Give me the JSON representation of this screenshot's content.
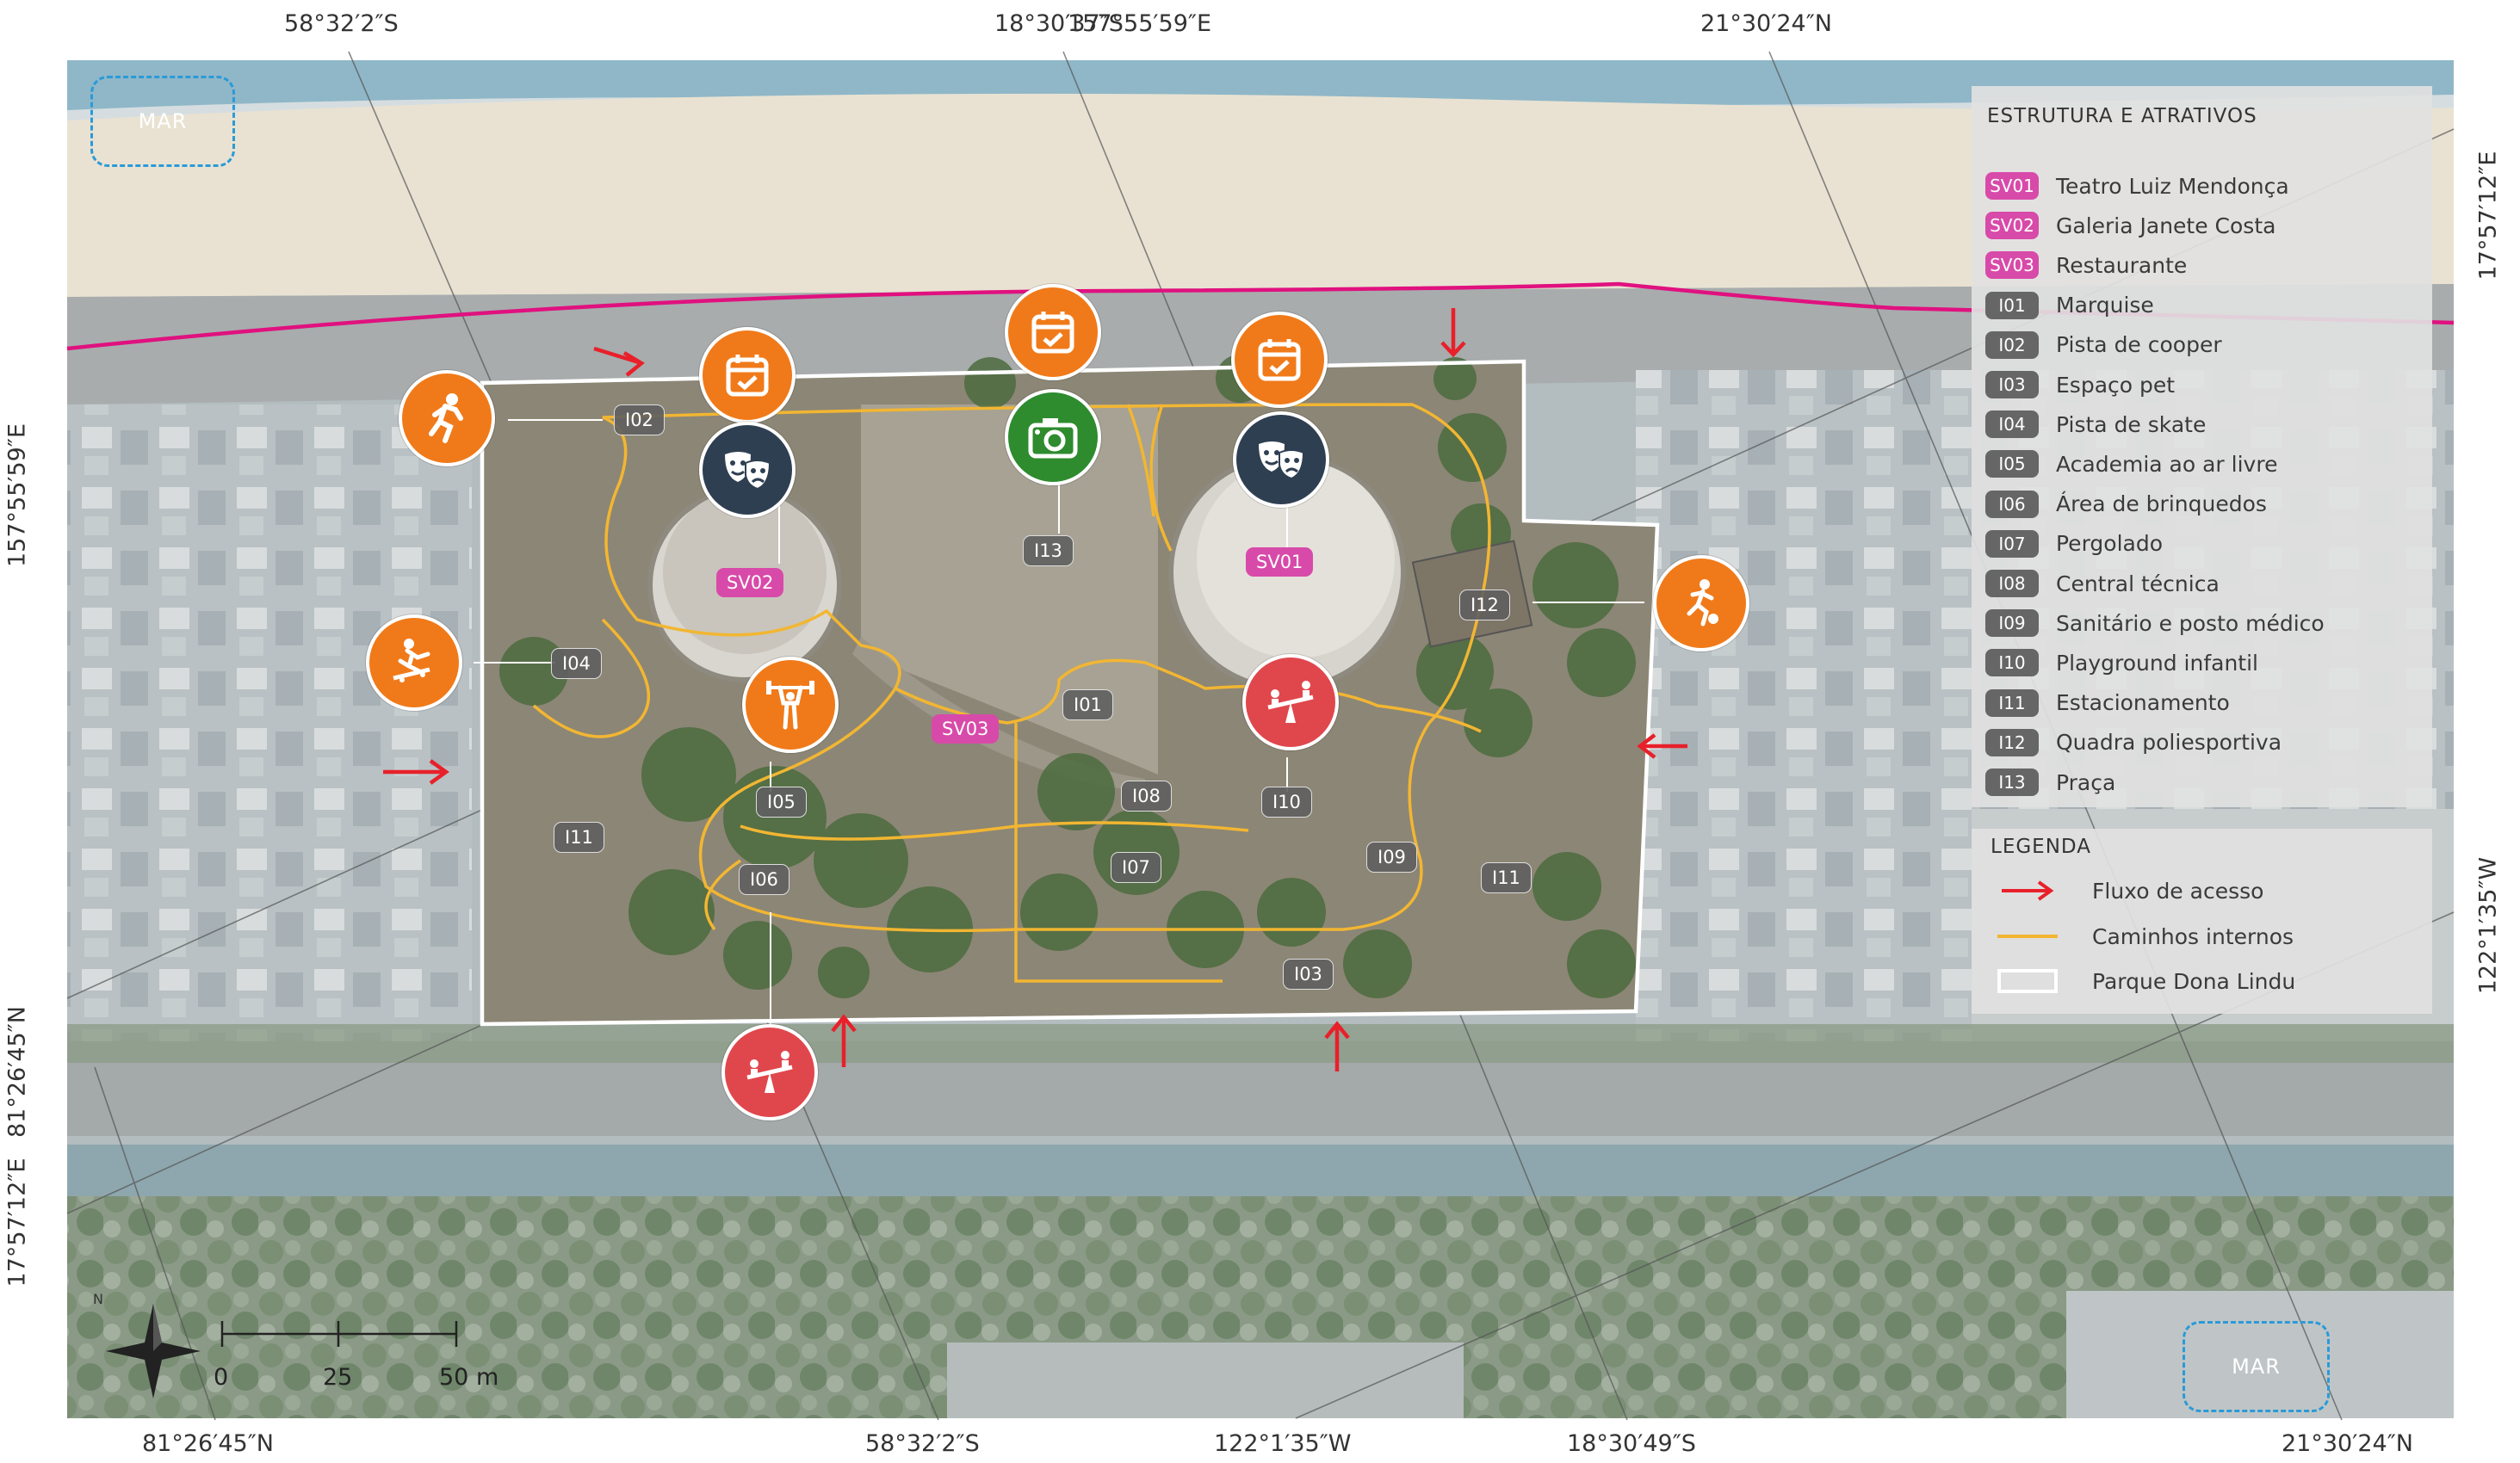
{
  "coords": {
    "top": [
      "58°32′2″S",
      "18°30′37″S",
      "157°55′59″E",
      "21°30′24″N"
    ],
    "bottom": [
      "81°26′45″N",
      "58°32′2″S",
      "122°1′35″W",
      "18°30′49″S",
      "21°30′24″N"
    ],
    "left": [
      "157°55′59″E",
      "81°26′45″N",
      "17°57′12″E"
    ],
    "right": [
      "17°57′12″E",
      "122°1′35″W"
    ]
  },
  "sea_label": "MAR",
  "structure_panel": {
    "title": "ESTRUTURA E ATRATIVOS",
    "items": [
      {
        "code": "SV01",
        "label": "Teatro Luiz Mendonça",
        "kind": "sv"
      },
      {
        "code": "SV02",
        "label": "Galeria Janete Costa",
        "kind": "sv"
      },
      {
        "code": "SV03",
        "label": "Restaurante",
        "kind": "sv"
      },
      {
        "code": "I01",
        "label": "Marquise",
        "kind": "it"
      },
      {
        "code": "I02",
        "label": "Pista de cooper",
        "kind": "it"
      },
      {
        "code": "I03",
        "label": "Espaço pet",
        "kind": "it"
      },
      {
        "code": "I04",
        "label": "Pista de skate",
        "kind": "it"
      },
      {
        "code": "I05",
        "label": "Academia ao ar livre",
        "kind": "it"
      },
      {
        "code": "I06",
        "label": "Área de brinquedos",
        "kind": "it"
      },
      {
        "code": "I07",
        "label": "Pergolado",
        "kind": "it"
      },
      {
        "code": "I08",
        "label": "Central técnica",
        "kind": "it"
      },
      {
        "code": "I09",
        "label": "Sanitário e posto médico",
        "kind": "it"
      },
      {
        "code": "I10",
        "label": "Playground infantil",
        "kind": "it"
      },
      {
        "code": "I11",
        "label": "Estacionamento",
        "kind": "it"
      },
      {
        "code": "I12",
        "label": "Quadra poliesportiva",
        "kind": "it"
      },
      {
        "code": "I13",
        "label": "Praça",
        "kind": "it"
      }
    ]
  },
  "legend": {
    "title": "LEGENDA",
    "items": [
      {
        "label": "Fluxo de acesso",
        "symbol": "red-arrow"
      },
      {
        "label": "Caminhos internos",
        "symbol": "yellow-line"
      },
      {
        "label": "Parque Dona Lindu",
        "symbol": "white-outline"
      }
    ]
  },
  "scale": {
    "labels": [
      "0",
      "25",
      "50 m"
    ]
  },
  "north_label": "N",
  "colors": {
    "sv_tag": "#d84aa9",
    "item_tag": "#666666",
    "access_arrow": "#e8202a",
    "internal_path": "#f2b632",
    "park_outline": "#ffffff",
    "promenade_line": "#e0117f",
    "icon_orange": "#f07a1a",
    "icon_green": "#2e8b2e",
    "icon_navy": "#2f3f52",
    "icon_red": "#e0474c"
  }
}
